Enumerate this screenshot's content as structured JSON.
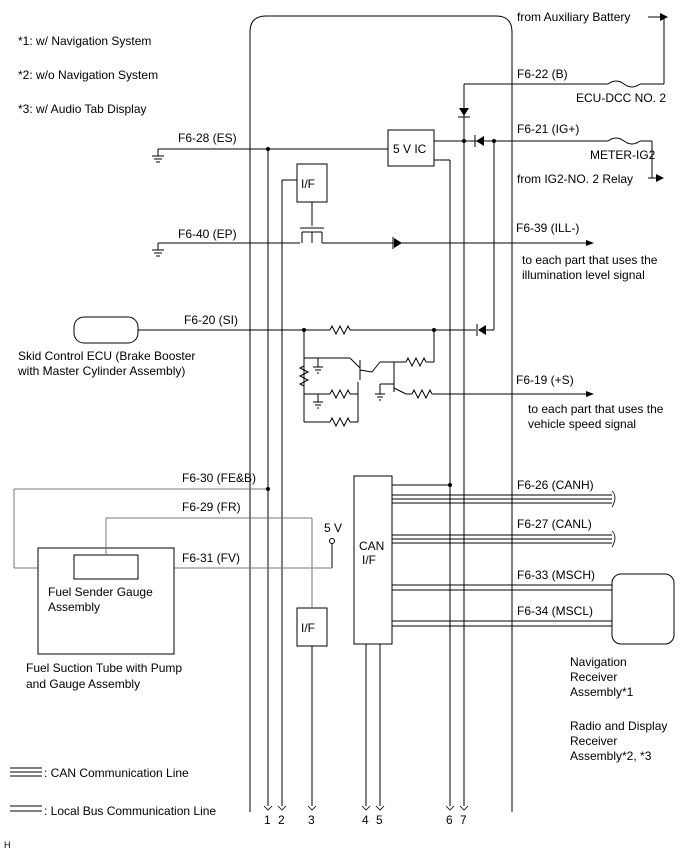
{
  "notes": [
    "*1: w/ Navigation System",
    "*2: w/o Navigation System",
    "*3: w/ Audio Tab Display"
  ],
  "ecu": {
    "ic_label": "5 V IC",
    "if_label": "I/F",
    "can_if_label_1": "CAN",
    "can_if_label_2": "I/F",
    "v5_label": "5 V"
  },
  "pins": {
    "es": "F6-28 (ES)",
    "ep": "F6-40 (EP)",
    "si": "F6-20 (SI)",
    "feb": "F6-30 (FE&B)",
    "fr": "F6-29 (FR)",
    "fv": "F6-31 (FV)",
    "b": "F6-22 (B)",
    "ig": "F6-21 (IG+)",
    "ill": "F6-39 (ILL-)",
    "s": "F6-19 (+S)",
    "canh": "F6-26 (CANH)",
    "canl": "F6-27 (CANL)",
    "msch": "F6-33 (MSCH)",
    "mscl": "F6-34 (MSCL)"
  },
  "external": {
    "aux_battery": "from Auxiliary Battery",
    "ecu_dcc": "ECU-DCC NO. 2",
    "meter_ig2": "METER-IG2",
    "ig2_relay": "from IG2-NO. 2 Relay",
    "ill_text_1": "to each part that uses the",
    "ill_text_2": "illumination level signal",
    "speed_text_1": "to each part that uses the",
    "speed_text_2": "vehicle speed signal",
    "skid_1": "Skid Control ECU (Brake Booster",
    "skid_2": "with Master Cylinder Assembly)",
    "sender_1": "Fuel Sender Gauge",
    "sender_2": "Assembly",
    "suction_1": "Fuel Suction Tube with Pump",
    "suction_2": "and Gauge Assembly",
    "nav_1": "Navigation",
    "nav_2": "Receiver",
    "nav_3": "Assembly*1",
    "radio_1": "Radio and Display",
    "radio_2": "Receiver",
    "radio_3": "Assembly*2, *3"
  },
  "legend": {
    "can_line": ": CAN Communication Line",
    "local_line": ": Local Bus Communication Line"
  },
  "terminals": [
    "1",
    "2",
    "3",
    "4",
    "5",
    "6",
    "7"
  ],
  "corner_mark": "H"
}
